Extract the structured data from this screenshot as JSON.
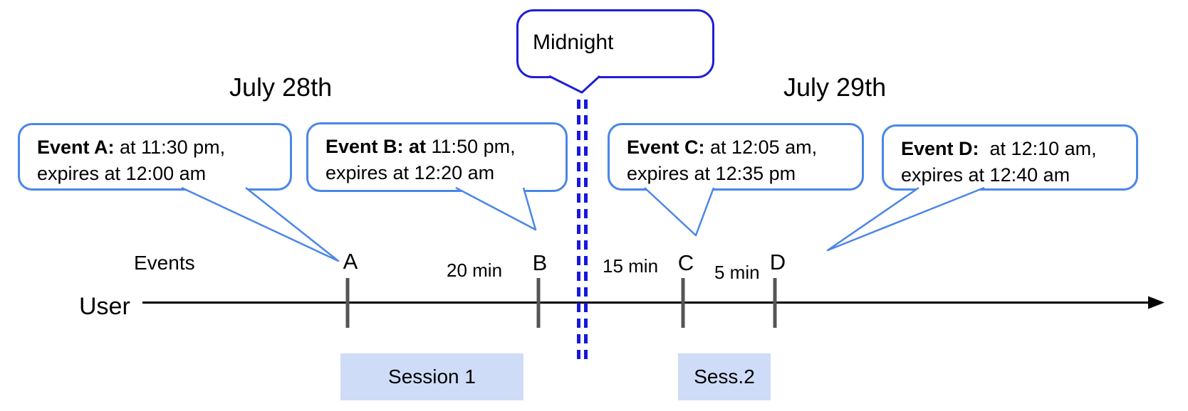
{
  "titles": {
    "left_day": "July 28th",
    "right_day": "July 29th"
  },
  "midnight_callout": {
    "label": "Midnight"
  },
  "event_callouts": [
    {
      "id": "A",
      "bold": "Event A:",
      "rest": " at 11:30 pm,",
      "line2": "expires at 12:00 am"
    },
    {
      "id": "B",
      "bold": "Event B: at",
      "rest": " 11:50 pm,",
      "line2": "expires at 12:20 am"
    },
    {
      "id": "C",
      "bold": "Event C:",
      "rest": " at 12:05 am,",
      "line2": "expires at 12:35 pm"
    },
    {
      "id": "D",
      "bold": "Event D:",
      "rest": "  at 12:10 am,",
      "line2": "expires at 12:40 am"
    }
  ],
  "timeline": {
    "events_label": "Events",
    "axis_label": "User",
    "tick_labels": [
      "A",
      "B",
      "C",
      "D"
    ],
    "interval_labels": [
      "20 min",
      "15 min",
      "5 min"
    ]
  },
  "sessions": [
    {
      "label": "Session 1"
    },
    {
      "label": "Sess.2"
    }
  ],
  "colors": {
    "callout_border": "#4a86e8",
    "midnight_border": "#1f1fd7",
    "dashed_line": "#1717dd",
    "tick": "#555555",
    "session_fill": "#cfdcf7",
    "axis": "#000000"
  }
}
